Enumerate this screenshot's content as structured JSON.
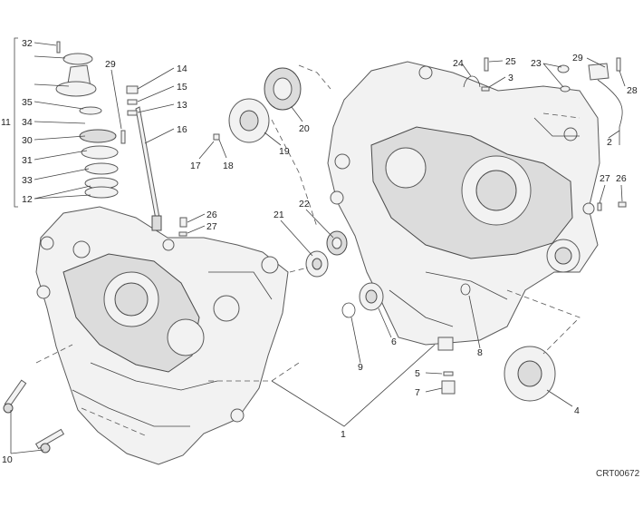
{
  "diagram": {
    "drawing_code": "CRT00672",
    "callouts": [
      {
        "id": "c32",
        "text": "32"
      },
      {
        "id": "c29a",
        "text": "29"
      },
      {
        "id": "c14",
        "text": "14"
      },
      {
        "id": "c15",
        "text": "15"
      },
      {
        "id": "c13",
        "text": "13"
      },
      {
        "id": "c16",
        "text": "16"
      },
      {
        "id": "c35",
        "text": "35"
      },
      {
        "id": "c34",
        "text": "34"
      },
      {
        "id": "c11",
        "text": "11"
      },
      {
        "id": "c30",
        "text": "30"
      },
      {
        "id": "c31",
        "text": "31"
      },
      {
        "id": "c33",
        "text": "33"
      },
      {
        "id": "c12",
        "text": "12"
      },
      {
        "id": "c17",
        "text": "17"
      },
      {
        "id": "c18",
        "text": "18"
      },
      {
        "id": "c19",
        "text": "19"
      },
      {
        "id": "c20",
        "text": "20"
      },
      {
        "id": "c26a",
        "text": "26"
      },
      {
        "id": "c27a",
        "text": "27"
      },
      {
        "id": "c21",
        "text": "21"
      },
      {
        "id": "c22",
        "text": "22"
      },
      {
        "id": "c24",
        "text": "24"
      },
      {
        "id": "c25",
        "text": "25"
      },
      {
        "id": "c3",
        "text": "3"
      },
      {
        "id": "c23",
        "text": "23"
      },
      {
        "id": "c29b",
        "text": "29"
      },
      {
        "id": "c28",
        "text": "28"
      },
      {
        "id": "c2",
        "text": "2"
      },
      {
        "id": "c27b",
        "text": "27"
      },
      {
        "id": "c26b",
        "text": "26"
      },
      {
        "id": "c6",
        "text": "6"
      },
      {
        "id": "c9",
        "text": "9"
      },
      {
        "id": "c8",
        "text": "8"
      },
      {
        "id": "c5",
        "text": "5"
      },
      {
        "id": "c7",
        "text": "7"
      },
      {
        "id": "c4",
        "text": "4"
      },
      {
        "id": "c1",
        "text": "1"
      },
      {
        "id": "c10",
        "text": "10"
      }
    ]
  }
}
